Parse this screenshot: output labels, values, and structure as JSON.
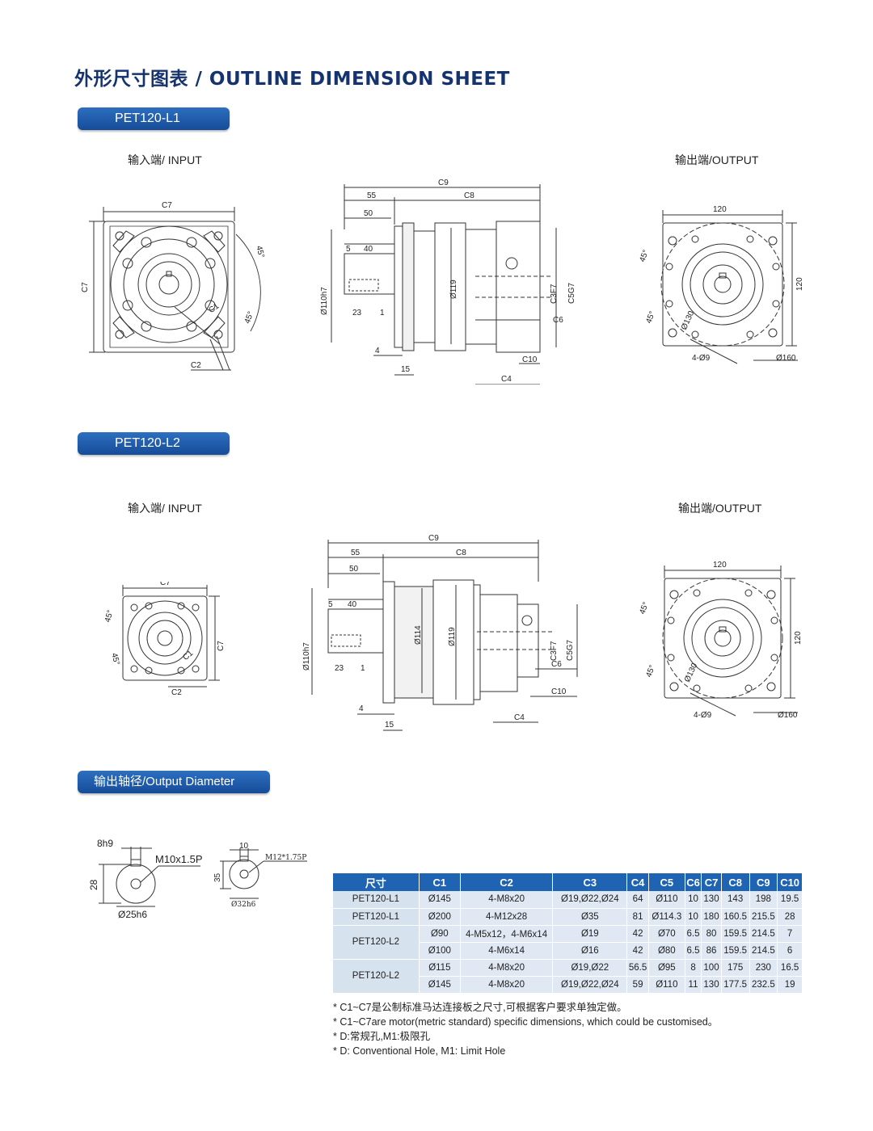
{
  "title": "外形尺寸图表 / OUTLINE DIMENSION SHEET",
  "sections": {
    "l1": {
      "label": "PET120-L1",
      "input_label": "输入端/ INPUT",
      "output_label": "输出端/OUTPUT"
    },
    "l2": {
      "label": "PET120-L2",
      "input_label": "输入端/ INPUT",
      "output_label": "输出端/OUTPUT"
    },
    "output_diameter": {
      "label": "输出轴径/Output Diameter"
    }
  },
  "drawing_labels": {
    "c1": "C1",
    "c2": "C2",
    "c3": "C3F7",
    "c4": "C4",
    "c5": "C5G7",
    "c6": "C6",
    "c7": "C7",
    "c8": "C8",
    "c9": "C9",
    "c10": "C10",
    "d55": "55",
    "d50": "50",
    "d5": "5",
    "d40": "40",
    "d23": "23",
    "d1": "1",
    "d4": "4",
    "d15": "15",
    "d110": "Ø110h7",
    "d114": "Ø114",
    "d119": "Ø119",
    "d120": "120",
    "d130": "Ø130",
    "d160": "Ø160",
    "d9": "4-Ø9",
    "a45": "45°",
    "key1_width": "8h9",
    "key1_height": "28",
    "key1_thread": "M10x1.5P",
    "key1_dia": "Ø25h6",
    "key2_width": "10",
    "key2_height": "35",
    "key2_thread": "M12*1.75P",
    "key2_dia": "Ø32h6"
  },
  "table": {
    "headers": [
      "尺寸",
      "C1",
      "C2",
      "C3",
      "C4",
      "C5",
      "C6",
      "C7",
      "C8",
      "C9",
      "C10"
    ],
    "groups": [
      {
        "model": "PET120-L1",
        "rows": [
          [
            "Ø145",
            "4-M8x20",
            "Ø19,Ø22,Ø24",
            "64",
            "Ø110",
            "10",
            "130",
            "143",
            "198",
            "19.5"
          ]
        ]
      },
      {
        "model": "PET120-L1",
        "rows": [
          [
            "Ø200",
            "4-M12x28",
            "Ø35",
            "81",
            "Ø114.3",
            "10",
            "180",
            "160.5",
            "215.5",
            "28"
          ]
        ]
      },
      {
        "model": "PET120-L2",
        "rows": [
          [
            "Ø90",
            "4-M5x12，4-M6x14",
            "Ø19",
            "42",
            "Ø70",
            "6.5",
            "80",
            "159.5",
            "214.5",
            "7"
          ],
          [
            "Ø100",
            "4-M6x14",
            "Ø16",
            "42",
            "Ø80",
            "6.5",
            "86",
            "159.5",
            "214.5",
            "6"
          ]
        ]
      },
      {
        "model": "PET120-L2",
        "rows": [
          [
            "Ø115",
            "4-M8x20",
            "Ø19,Ø22",
            "56.5",
            "Ø95",
            "8",
            "100",
            "175",
            "230",
            "16.5"
          ],
          [
            "Ø145",
            "4-M8x20",
            "Ø19,Ø22,Ø24",
            "59",
            "Ø110",
            "11",
            "130",
            "177.5",
            "232.5",
            "19"
          ]
        ]
      }
    ]
  },
  "notes": [
    "* C1~C7是公制标准马达连接板之尺寸,可根据客户要求单独定做。",
    "* C1~C7are motor(metric standard)  specific dimensions, which could be customised。",
    "* D:常规孔,M1:极限孔",
    "* D: Conventional Hole, M1: Limit Hole"
  ],
  "colors": {
    "title": "#15336f",
    "pill": "#1f5fad",
    "table_header": "#1f63b3",
    "table_cell": "#dfe8f3"
  }
}
